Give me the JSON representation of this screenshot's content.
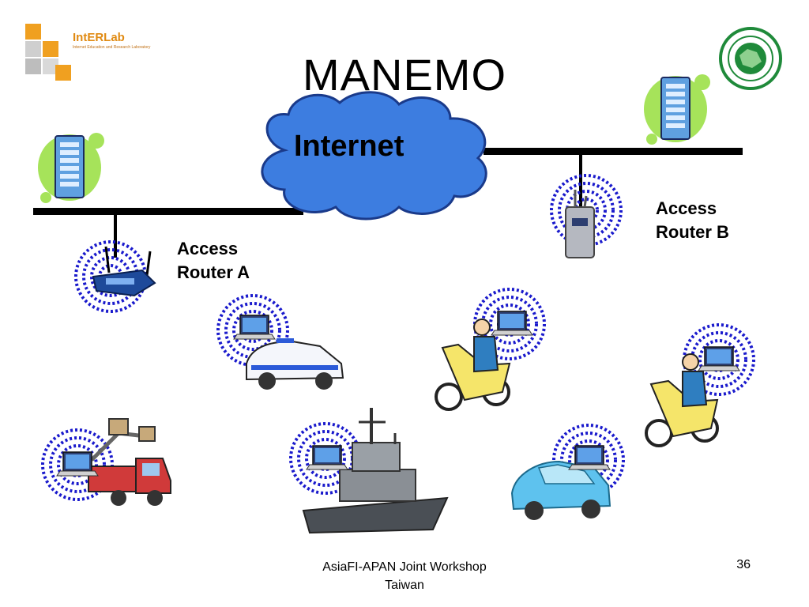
{
  "slide": {
    "title": "MANEMO",
    "footer_line1": "AsiaFI-APAN Joint Workshop",
    "footer_line2": "Taiwan",
    "page_number": "36"
  },
  "logo": {
    "name": "IntERLab",
    "subtitle": "Internet Education and Research Laboratory"
  },
  "diagram": {
    "cloud_label": "Internet",
    "router_a": {
      "line1": "Access",
      "line2": "Router A"
    },
    "router_b": {
      "line1": "Access",
      "line2": "Router B"
    }
  },
  "icons": [
    "interlab-logo",
    "ait-seal-icon",
    "server-icon",
    "wireless-router-icon",
    "access-point-icon",
    "police-car-icon",
    "motorcycle-rider-icon",
    "fire-truck-icon",
    "warship-icon",
    "car-icon",
    "laptop-icon"
  ],
  "colors": {
    "signal_rings": "#1a1acc",
    "cloud": "#3d7de0",
    "server_blob": "#a6e35a",
    "seal": "#1f8a3a"
  }
}
